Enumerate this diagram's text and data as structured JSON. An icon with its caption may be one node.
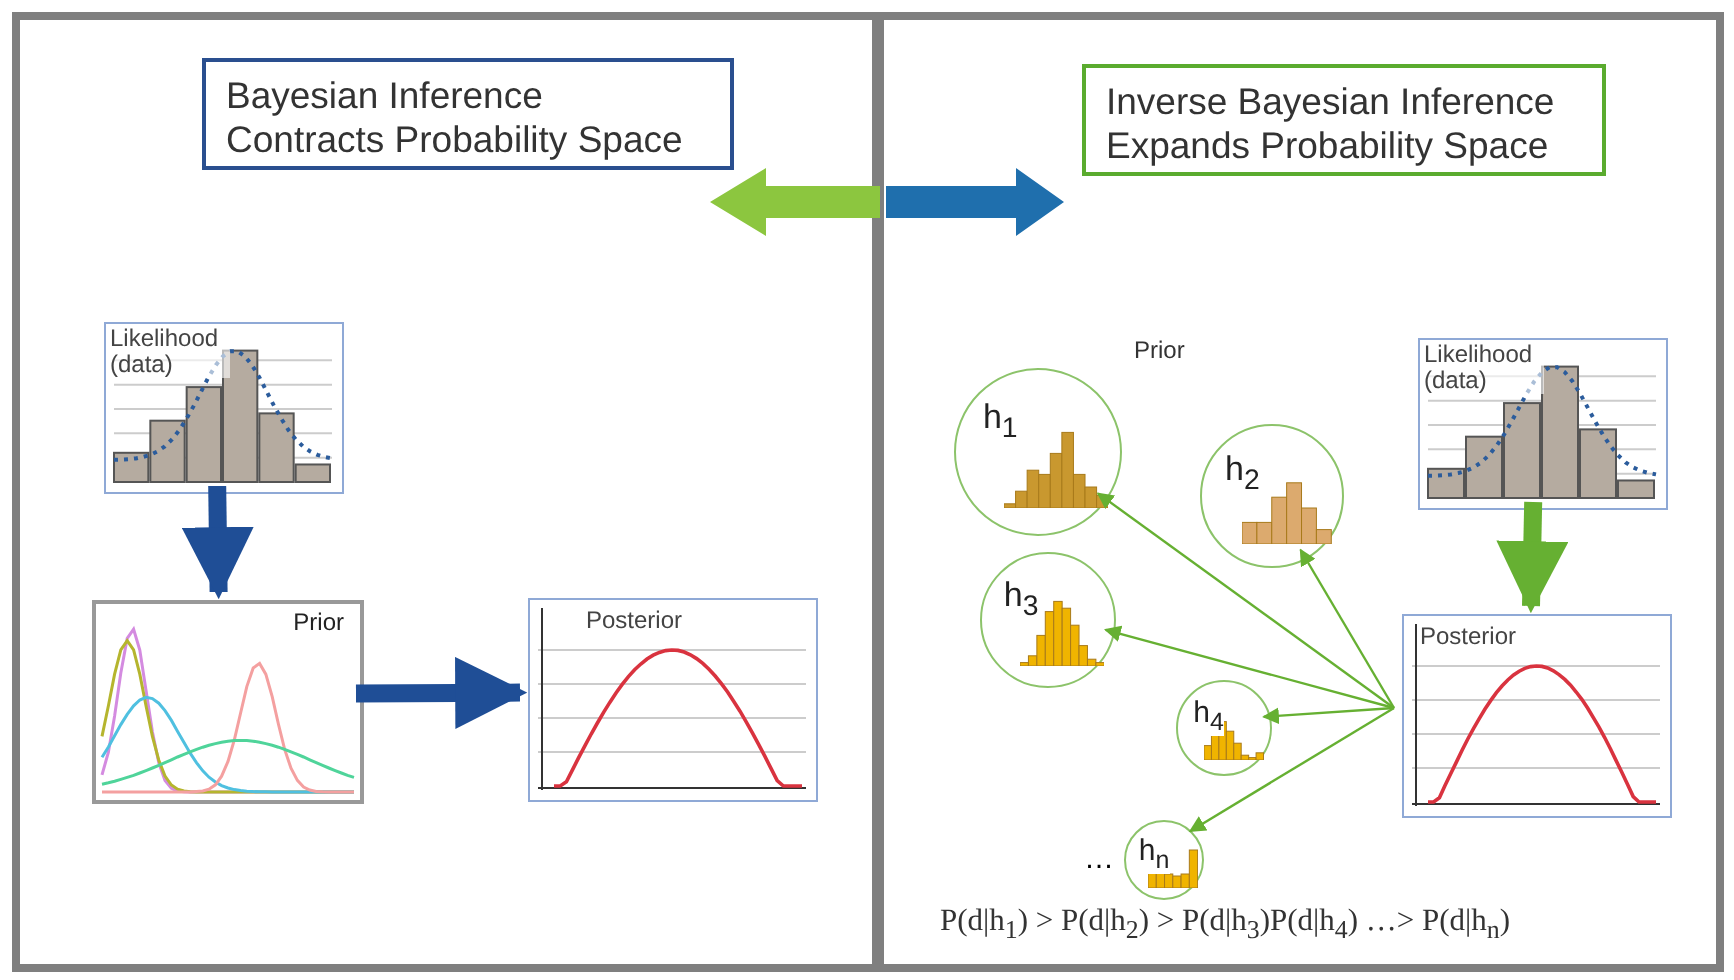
{
  "diagram": {
    "nodes": [
      {
        "text": [],
        "shape": "box"
      },
      {
        "text": [
          "Bayesian Inference Contracts Probability Space"
        ],
        "in": 0
      },
      {
        "text": [
          "Likelihood (data)"
        ],
        "in": 0
      },
      {
        "text": [
          "Prior"
        ],
        "in": 0
      },
      {
        "text": [
          "Posterior"
        ],
        "in": 0
      },
      {
        "text": [],
        "shape": "box"
      },
      {
        "text": [
          "Inverse Bayesian Inference Expands Probability Space"
        ],
        "in": 5
      },
      {
        "text": [
          "Likelihood (data)"
        ],
        "in": 5
      },
      {
        "text": [
          "Posterior"
        ],
        "in": 5
      },
      {
        "text": [
          "h$_{1}$"
        ],
        "in": 5
      },
      {
        "text": [
          "h$_{2}$"
        ],
        "in": 5
      },
      {
        "text": [
          "h$_{3}$"
        ],
        "in": 5
      },
      {
        "text": [
          "h$_{4}$"
        ],
        "in": 5
      },
      {
        "text": [
          "h$_{n}$"
        ],
        "in": 5,
        "beside": [
          "…"
        ]
      }
    ],
    "edges": [
      {
        "from": 2,
        "to": 3,
        "arrow": "to",
        "style": "thick",
        "color": "#1f4e96"
      },
      {
        "from": 3,
        "to": 4,
        "arrow": "to",
        "style": "thick",
        "color": "#1f4e96"
      },
      {
        "from": 7,
        "to": 8,
        "arrow": "to",
        "style": "thick"
      },
      {
        "from": 8,
        "to": 9,
        "arrow": "to"
      },
      {
        "from": 8,
        "to": 10,
        "arrow": "to"
      },
      {
        "from": 8,
        "to": 11,
        "arrow": "to"
      },
      {
        "from": 8,
        "to": 12,
        "arrow": "to"
      },
      {
        "from": 8,
        "to": 13,
        "arrow": "to"
      }
    ],
    "labels": [
      "Prior",
      "P(d|h$_{1}$) > P(d|h$_{2}$) > P(d|h$_{3}$)P(d|h$_{4}$) …> P(d|h$_{n}$)"
    ]
  }
}
